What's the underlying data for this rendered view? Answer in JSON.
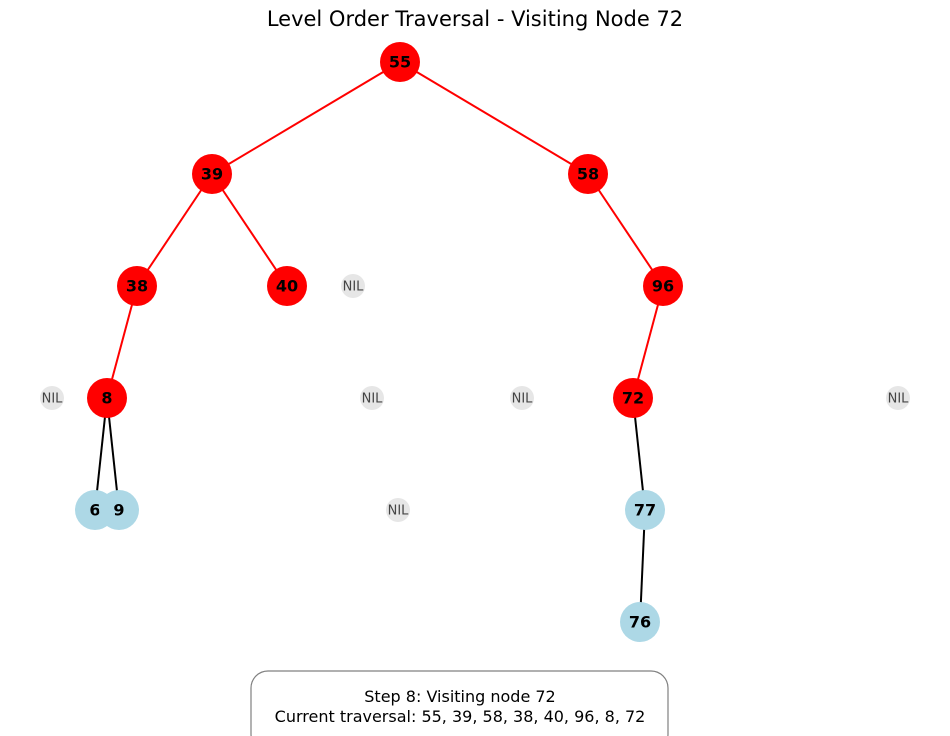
{
  "title": "Level Order Traversal - Visiting Node 72",
  "colors": {
    "visited_fill": "#ff0000",
    "unvisited_fill": "#add8e6",
    "nil_fill": "#e6e6e6",
    "visited_edge": "#ff0000",
    "unvisited_edge": "#000000",
    "status_border": "#808080"
  },
  "nodes": [
    {
      "id": "n55",
      "label": "55",
      "state": "visited"
    },
    {
      "id": "n39",
      "label": "39",
      "state": "visited"
    },
    {
      "id": "n58",
      "label": "58",
      "state": "visited"
    },
    {
      "id": "n38",
      "label": "38",
      "state": "visited"
    },
    {
      "id": "n40",
      "label": "40",
      "state": "visited"
    },
    {
      "id": "n96",
      "label": "96",
      "state": "visited"
    },
    {
      "id": "n8",
      "label": "8",
      "state": "visited"
    },
    {
      "id": "n72",
      "label": "72",
      "state": "visited"
    },
    {
      "id": "n6",
      "label": "6",
      "state": "unvisited"
    },
    {
      "id": "n9",
      "label": "9",
      "state": "unvisited"
    },
    {
      "id": "n77",
      "label": "77",
      "state": "unvisited"
    },
    {
      "id": "n76",
      "label": "76",
      "state": "unvisited"
    }
  ],
  "nil_nodes": [
    {
      "id": "nil1",
      "label": "NIL"
    },
    {
      "id": "nil2",
      "label": "NIL"
    },
    {
      "id": "nil3",
      "label": "NIL"
    },
    {
      "id": "nil4",
      "label": "NIL"
    },
    {
      "id": "nil5",
      "label": "NIL"
    },
    {
      "id": "nil6",
      "label": "NIL"
    }
  ],
  "edges": [
    {
      "from": "n55",
      "to": "n39",
      "state": "visited"
    },
    {
      "from": "n55",
      "to": "n58",
      "state": "visited"
    },
    {
      "from": "n39",
      "to": "n38",
      "state": "visited"
    },
    {
      "from": "n39",
      "to": "n40",
      "state": "visited"
    },
    {
      "from": "n58",
      "to": "n96",
      "state": "visited"
    },
    {
      "from": "n38",
      "to": "n8",
      "state": "visited"
    },
    {
      "from": "n96",
      "to": "n72",
      "state": "visited"
    },
    {
      "from": "n8",
      "to": "n6",
      "state": "unvisited"
    },
    {
      "from": "n8",
      "to": "n9",
      "state": "unvisited"
    },
    {
      "from": "n72",
      "to": "n77",
      "state": "unvisited"
    },
    {
      "from": "n77",
      "to": "n76",
      "state": "unvisited"
    }
  ],
  "status": {
    "line1": "Step 8: Visiting node 72",
    "line2": "Current traversal: 55, 39, 58, 38, 40, 96, 8, 72"
  }
}
